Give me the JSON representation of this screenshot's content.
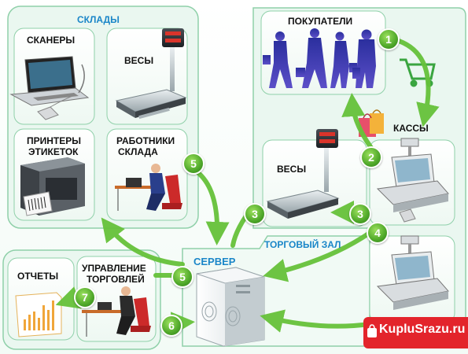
{
  "zones": {
    "warehouses": "СКЛАДЫ",
    "sales_floor": "ТОРГОВЫЙ ЗАЛ",
    "server": "СЕРВЕР"
  },
  "labels": {
    "scanners": "СКАНЕРЫ",
    "scales_warehouse": "ВЕСЫ",
    "label_printers_line1": "ПРИНТЕРЫ",
    "label_printers_line2": "ЭТИКЕТОК",
    "warehouse_staff_line1": "РАБОТНИКИ",
    "warehouse_staff_line2": "СКЛАДА",
    "buyers": "ПОКУПАТЕЛИ",
    "cash_desks": "КАССЫ",
    "scales_floor": "ВЕСЫ",
    "reports": "ОТЧЕТЫ",
    "trade_mgmt_line1": "УПРАВЛЕНИЕ",
    "trade_mgmt_line2": "ТОРГОВЛЕЙ"
  },
  "steps": {
    "buyers": "1",
    "cash_desk": "2",
    "scales_left": "3",
    "scales_right": "3",
    "cash_to_server": "4",
    "staff_to_server": "5",
    "server_to_mgmt": "5",
    "mgmt_to_server": "6",
    "mgmt_to_reports": "7"
  },
  "watermark": "KupluSrazu.ru",
  "colors": {
    "zone_border": "#8fd0a9",
    "zone_fill": "#eaf7f0",
    "badge_green": "#4fa82a",
    "arrow_green": "#66c23a",
    "title_blue": "#1a86c8",
    "watermark_red": "#e3242b"
  }
}
